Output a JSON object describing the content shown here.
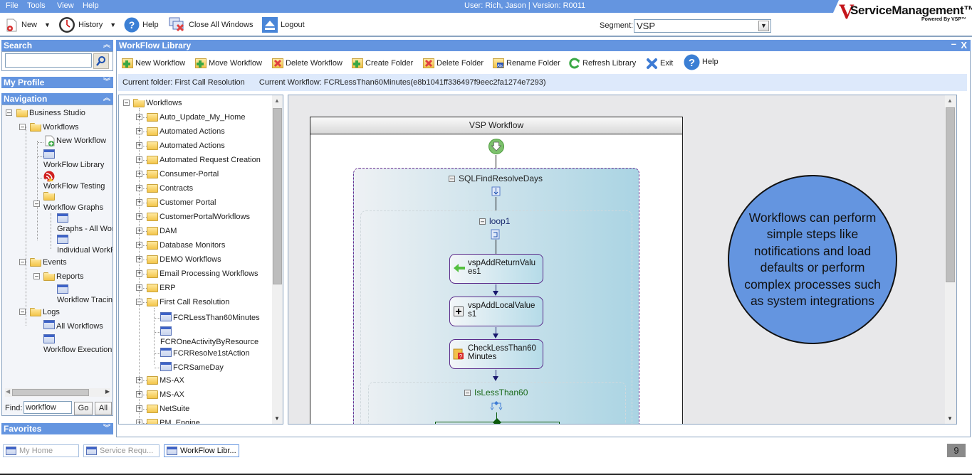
{
  "menubar": {
    "items": [
      "File",
      "Tools",
      "View",
      "Help"
    ],
    "user_info": "User: Rich, Jason  |  Version: R0011"
  },
  "toolbar": {
    "new_label": "New",
    "history_label": "History",
    "help_label": "Help",
    "close_all_label": "Close All Windows",
    "logout_label": "Logout",
    "segment_label": "Segment:",
    "segment_value": "VSP"
  },
  "logo": {
    "brand": "ServiceManagement™",
    "powered": "Powered By VSP™"
  },
  "sidebar": {
    "search_header": "Search",
    "search_placeholder": "",
    "profile_header": "My Profile",
    "navigation_header": "Navigation",
    "favorites_header": "Favorites",
    "nav_tree": [
      {
        "label": "Business Studio"
      },
      {
        "label": "Workflows"
      },
      {
        "label": "New Workflow"
      },
      {
        "label": "WorkFlow Library"
      },
      {
        "label": "WorkFlow Testing"
      },
      {
        "label": "Workflow Graphs"
      },
      {
        "label": "Graphs - All Wor"
      },
      {
        "label": "Individual WorkF"
      },
      {
        "label": "Events"
      },
      {
        "label": "Reports"
      },
      {
        "label": "Workflow Tracin"
      },
      {
        "label": "Logs"
      },
      {
        "label": "All Workflows"
      },
      {
        "label": "Workflow Execution"
      }
    ],
    "find_label": "Find:",
    "find_value": "workflow",
    "go_label": "Go",
    "all_label": "All"
  },
  "window": {
    "title": "WorkFlow Library",
    "minimize": "–",
    "close": "X",
    "toolbar": [
      {
        "label": "New Workflow"
      },
      {
        "label": "Move Workflow"
      },
      {
        "label": "Delete Workflow"
      },
      {
        "label": "Create Folder"
      },
      {
        "label": "Delete Folder"
      },
      {
        "label": "Rename Folder"
      },
      {
        "label": "Refresh Library"
      },
      {
        "label": "Exit"
      },
      {
        "label": "Help"
      }
    ],
    "current_folder": "Current folder: First Call Resolution",
    "current_workflow": "Current Workflow: FCRLessThan60Minutes(e8b1041ff336497f9eec2fa1274e7293)"
  },
  "library_tree": {
    "root": "Workflows",
    "folders": [
      "Auto_Update_My_Home",
      "Automated Actions",
      "Automated Actions",
      "Automated Request Creation",
      "Consumer-Portal",
      "Contracts",
      "Customer Portal",
      "CustomerPortalWorkflows",
      "DAM",
      "Database Monitors",
      "DEMO Workflows",
      "Email Processing Workflows",
      "ERP",
      "First Call Resolution"
    ],
    "fcr_children": [
      "FCRLessThan60Minutes",
      "FCROneActivityByResource",
      "FCRResolve1stAction",
      "FCRSameDay"
    ],
    "folders_after": [
      "MS-AX",
      "MS-AX",
      "NetSuite",
      "PM_Engine"
    ]
  },
  "designer": {
    "title": "VSP Workflow",
    "sequence_label": "SQLFindResolveDays",
    "loop_label": "loop1",
    "activities": [
      {
        "label": "vspAddReturnValues1",
        "line1": "vspAddReturnValu",
        "line2": "es1"
      },
      {
        "label": "vspAddLocalValues1",
        "line1": "vspAddLocalValue",
        "line2": "s1"
      },
      {
        "label": "CheckLessThan60Minutes",
        "line1": "CheckLessThan60",
        "line2": "Minutes"
      }
    ],
    "ifelse_label": "IsLessThan60"
  },
  "callout": {
    "text": "Workflows can perform simple steps like notifications and load defaults or perform complex processes such as system integrations"
  },
  "taskbar": {
    "tabs": [
      {
        "label": "My Home"
      },
      {
        "label": "Service Requ..."
      },
      {
        "label": "WorkFlow Libr..."
      }
    ],
    "badge": "9"
  }
}
